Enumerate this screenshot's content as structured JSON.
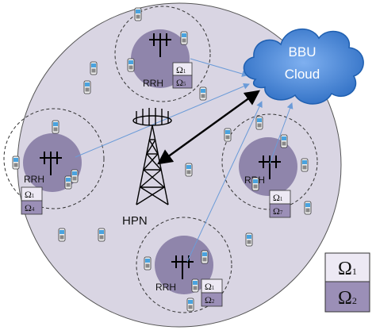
{
  "labels": {
    "cloud_line1": "BBU",
    "cloud_line2": "Cloud",
    "hpn": "HPN",
    "rrh": "RRH"
  },
  "clusters": [
    {
      "rrh_label": "RRH",
      "omega_top": "Ω",
      "omega_top_sub": "1",
      "omega_bottom": "Ω",
      "omega_bottom_sub": "5"
    },
    {
      "rrh_label": "RRH",
      "omega_top": "Ω",
      "omega_top_sub": "1",
      "omega_bottom": "Ω",
      "omega_bottom_sub": "4"
    },
    {
      "rrh_label": "RRH",
      "omega_top": "Ω",
      "omega_top_sub": "1",
      "omega_bottom": "Ω",
      "omega_bottom_sub": "7"
    },
    {
      "rrh_label": "RRH",
      "omega_top": "Ω",
      "omega_top_sub": "1",
      "omega_bottom": "Ω",
      "omega_bottom_sub": "2"
    }
  ],
  "legend": {
    "item1_symbol": "Ω",
    "item1_sub": "1",
    "item2_symbol": "Ω",
    "item2_sub": "2"
  },
  "colors": {
    "macro_cell_fill": "#d9d5e3",
    "small_cell_fill": "#8f85ab",
    "omega1_fill": "#ede9f4",
    "omega2_fill": "#9b8fb7",
    "cloud_fill": "#4a86d8",
    "link_color": "#6b9bd8"
  }
}
